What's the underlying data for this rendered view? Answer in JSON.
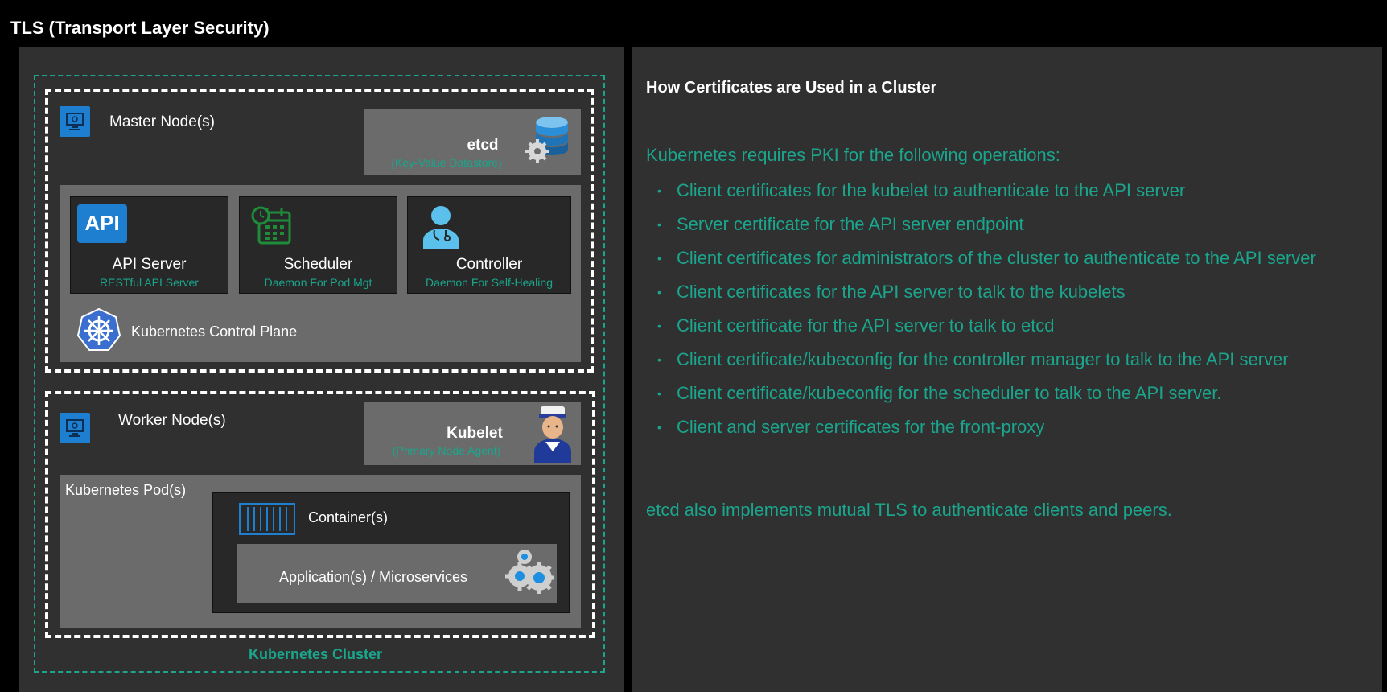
{
  "title": "TLS (Transport Layer Security)",
  "colors": {
    "accent": "#1aa58c",
    "panel": "#303030",
    "box_grey": "#6b6b6b",
    "box_dark": "#282828",
    "icon_blue": "#1e7fd1"
  },
  "diagram": {
    "cluster_label": "Kubernetes Cluster",
    "master": {
      "label": "Master Node(s)",
      "icon": "monitor-icon",
      "etcd": {
        "title": "etcd",
        "subtitle": "(Key-Value Datastore)",
        "icon": "database-icon"
      },
      "control_plane": {
        "label": "Kubernetes Control Plane",
        "icon": "kubernetes-helm-icon",
        "components": [
          {
            "title": "API Server",
            "subtitle": "RESTful API Server",
            "icon": "api-icon",
            "icon_text": "API"
          },
          {
            "title": "Scheduler",
            "subtitle": "Daemon  For Pod Mgt",
            "icon": "calendar-clock-icon"
          },
          {
            "title": "Controller",
            "subtitle": "Daemon  For Self-Healing",
            "icon": "doctor-icon"
          }
        ]
      }
    },
    "worker": {
      "label": "Worker Node(s)",
      "icon": "monitor-icon",
      "kubelet": {
        "title": "Kubelet",
        "subtitle": "(Primary Node Agent)",
        "icon": "sailor-icon"
      },
      "pod": {
        "label": "Kubernetes Pod(s)",
        "container": {
          "label": "Container(s)",
          "icon": "container-icon",
          "app": {
            "label": "Application(s) / Microservices",
            "icon": "gears-icon"
          }
        }
      }
    }
  },
  "info": {
    "heading": "How Certificates are Used in a Cluster",
    "intro": "Kubernetes requires PKI for the following operations:",
    "bullet_symbol": "•",
    "items": [
      "Client certificates for the kubelet to authenticate to the API server",
      "Server certificate for the API server endpoint",
      "Client certificates for administrators of the cluster to authenticate to the API server",
      "Client certificates for the API server to talk to the kubelets",
      "Client certificate for the API server to talk to etcd",
      "Client certificate/kubeconfig for the controller manager to talk to the API server",
      "Client certificate/kubeconfig for the scheduler to talk to the API server.",
      "Client and server certificates for the front-proxy"
    ],
    "outro": "etcd also implements mutual TLS to authenticate clients and peers."
  }
}
